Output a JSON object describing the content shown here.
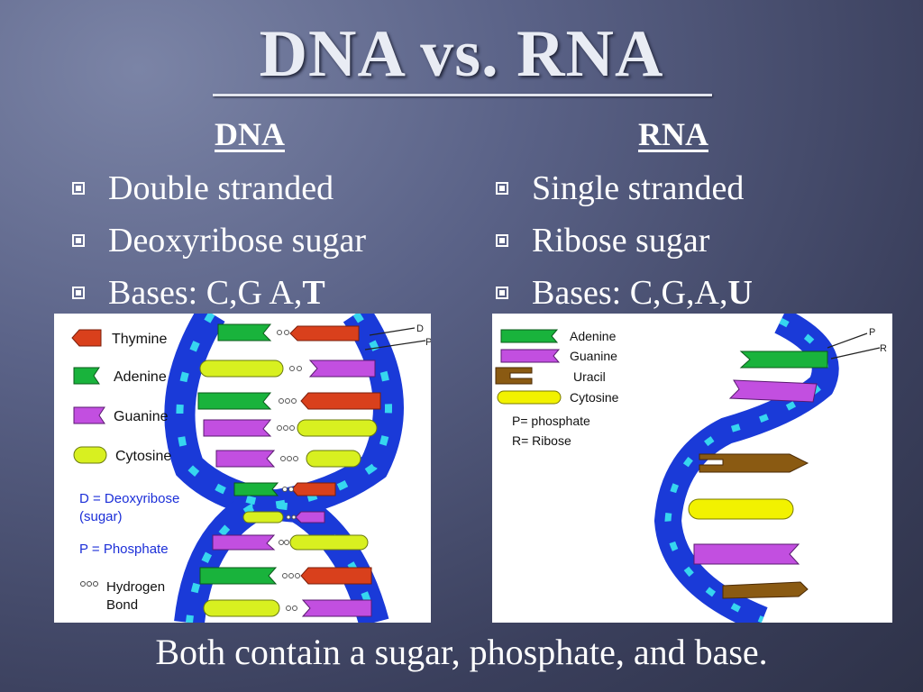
{
  "title": "DNA vs. RNA",
  "dna": {
    "heading": "DNA",
    "bullets": [
      "Double stranded",
      "Deoxyribose sugar"
    ],
    "bases_prefix": "Bases: C,G A,",
    "bases_bold": "T",
    "legend": {
      "thymine": "Thymine",
      "adenine": "Adenine",
      "guanine": "Guanine",
      "cytosine": "Cytosine",
      "deoxyribose_1": "D = Deoxyribose",
      "deoxyribose_2": "(sugar)",
      "phosphate": "P = Phosphate",
      "hbond_1": "Hydrogen",
      "hbond_2": "Bond",
      "d_marker": "D",
      "p_marker": "P"
    }
  },
  "rna": {
    "heading": "RNA",
    "bullets": [
      "Single stranded",
      "Ribose sugar"
    ],
    "bases_prefix": "Bases: C,G,A,",
    "bases_bold": "U",
    "legend": {
      "adenine": "Adenine",
      "guanine": "Guanine",
      "uracil": "Uracil",
      "cytosine": "Cytosine",
      "phosphate": "P= phosphate",
      "ribose": "R= Ribose",
      "p_marker": "P",
      "r_marker": "R"
    }
  },
  "footer": "Both contain a sugar, phosphate, and base.",
  "colors": {
    "thymine": "#d9401c",
    "adenine": "#19b33c",
    "guanine": "#c24fe0",
    "cytosine": "#d8f020",
    "uracil": "#8a5a12",
    "backbone": "#1a3ad8",
    "phosphate": "#36d6ef",
    "rna_cytosine": "#f2f200"
  }
}
